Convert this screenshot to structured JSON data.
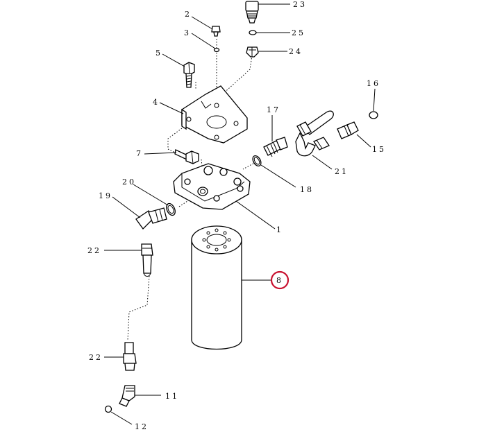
{
  "callouts": {
    "c1": "1",
    "c2": "2",
    "c3": "3",
    "c4": "4",
    "c5": "5",
    "c7": "7",
    "c8": "8",
    "c11": "11",
    "c12": "12",
    "c15": "15",
    "c16": "16",
    "c17": "17",
    "c18": "18",
    "c19": "19",
    "c20": "20",
    "c21": "21",
    "c22a": "22",
    "c22b": "22",
    "c23": "23",
    "c24": "24",
    "c25": "25"
  },
  "highlighted_callout": "8",
  "highlight_color": "#c8102e",
  "line_color": "#000000"
}
